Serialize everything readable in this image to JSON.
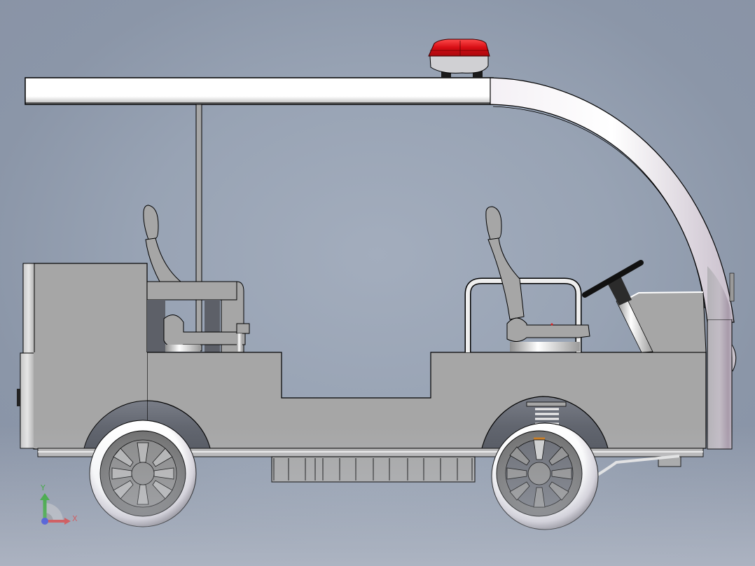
{
  "viewport": {
    "type": "cad-3d-viewport",
    "view": "side elevation (right)",
    "background_top": "#8993a6",
    "background_center": "#a3adbd",
    "background_bottom": "#c2c7d1"
  },
  "model": {
    "name": "electric-patrol-cart",
    "parts": [
      "roof-canopy",
      "canopy-curved-support",
      "warning-light-bar",
      "roof-pillar",
      "rear-cargo-box",
      "rear-seat",
      "front-seat",
      "front-seat-rail",
      "steering-wheel",
      "steering-column",
      "dashboard",
      "body-side-panel",
      "front-pillar",
      "rear-wheel",
      "front-wheel",
      "battery-pack",
      "chassis-rail",
      "front-suspension-spring",
      "tie-rod"
    ],
    "colors": {
      "body": "#a6a6a6",
      "roof": "#ffffff",
      "beacon": "#e0121a",
      "steering": "#1a1a1a",
      "tire": "#e8e6ea",
      "rim": "#7d7d7d",
      "outline": "#000000"
    }
  },
  "triad": {
    "x_label": "X",
    "y_label": "Y",
    "x_color": "#d42020",
    "y_color": "#1fa01f",
    "z_color": "#1a2bd8"
  }
}
